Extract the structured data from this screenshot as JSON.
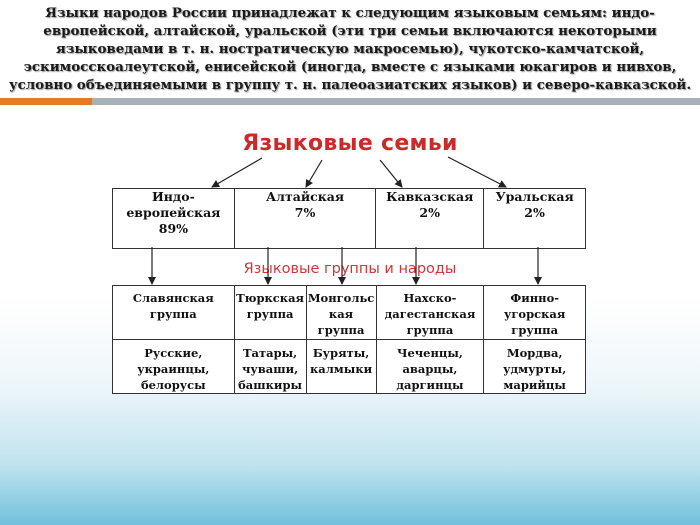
{
  "intro_text": "Языки народов России принадлежат к следующим языковым семьям: индо-европейской, алтайской, уральской (эти три семьи включаются некоторыми языковедами в т. н. ностратическую макросемью), чукотско-камчатской, эскимосскоалеутской, енисейской (иногда, вместе с языками юкагиров и нивхов, условно объединяемыми в группу т. н. палеоазиатских языков) и северо-кавказской.",
  "diagram": {
    "title": "Языковые семьи",
    "subtitle": "Языковые группы и народы",
    "families": [
      {
        "name_lines": [
          "Индо-",
          "европейская",
          "89%"
        ]
      },
      {
        "name_lines": [
          "Алтайская",
          "7%"
        ]
      },
      {
        "name_lines": [
          "Кавказская",
          "2%"
        ]
      },
      {
        "name_lines": [
          "Уральская",
          "2%"
        ]
      }
    ],
    "groups": [
      {
        "name_lines": [
          "Славянская",
          "группа"
        ],
        "peoples_lines": [
          "Русские,",
          "украинцы,",
          "белорусы"
        ]
      },
      {
        "name_lines": [
          "Тюркская",
          "группа"
        ],
        "peoples_lines": [
          "Татары,",
          "чуваши,",
          "башкиры"
        ]
      },
      {
        "name_lines": [
          "Монгольс",
          "кая",
          "группа"
        ],
        "peoples_lines": [
          "Буряты,",
          "калмыки"
        ]
      },
      {
        "name_lines": [
          "Нахско-",
          "дагестанская",
          "группа"
        ],
        "peoples_lines": [
          "Чеченцы,",
          "аварцы,",
          "даргинцы"
        ]
      },
      {
        "name_lines": [
          "Финно-угорская",
          "группа"
        ],
        "peoples_lines": [
          "Мордва,",
          "удмурты,",
          "марийцы"
        ]
      }
    ]
  },
  "colors": {
    "title_red": "#cc2a2a",
    "accent_orange": "#e07b2a",
    "divider_grey": "#a8b0b8",
    "bottom_blue": "#6fc1dc"
  }
}
